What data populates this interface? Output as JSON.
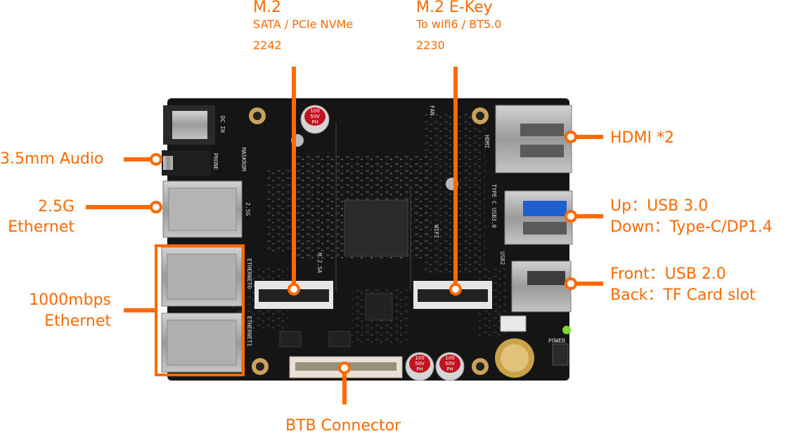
{
  "labels": {
    "m2_ssd": {
      "title": "M.2",
      "line1": "SATA / PCIe NVMe",
      "line2": "2242"
    },
    "m2_ekey": {
      "title": "M.2 E-Key",
      "line1": "To wifi6 / BT5.0",
      "line2": "2230"
    },
    "audio": "3.5mm Audio",
    "eth_25g": {
      "line1": "2.5G",
      "line2": "Ethernet"
    },
    "eth_1000": {
      "line1": "1000mbps",
      "line2": "Ethernet"
    },
    "hdmi": "HDMI *2",
    "usb3": {
      "line1": "Up：USB 3.0",
      "line2": "Down：Type-C/DP1.4"
    },
    "usb2": {
      "line1": "Front：USB 2.0",
      "line2": "Back：TF Card slot"
    },
    "btb": "BTB Connector"
  },
  "silkscreen": {
    "dc_in": "DC IN",
    "maskrom": "MASKROM",
    "phone": "PHONE",
    "fan": "FAN",
    "m2sa": "M.2.SA",
    "hdmi": "HDMI",
    "type_c": "TYPE C USB3.0",
    "usb2": "USB2",
    "wifi": "WIFI",
    "eth0": "ETHERNET0",
    "eth1": "ETHERNET1",
    "eth25": "2.5G",
    "power": "POWER"
  },
  "capacitors": {
    "value": "100",
    "voltage": "50V",
    "type": "PH"
  },
  "colors": {
    "accent": "#ff6a00",
    "pcb": "#151515",
    "metal": "#a8a8a8"
  }
}
